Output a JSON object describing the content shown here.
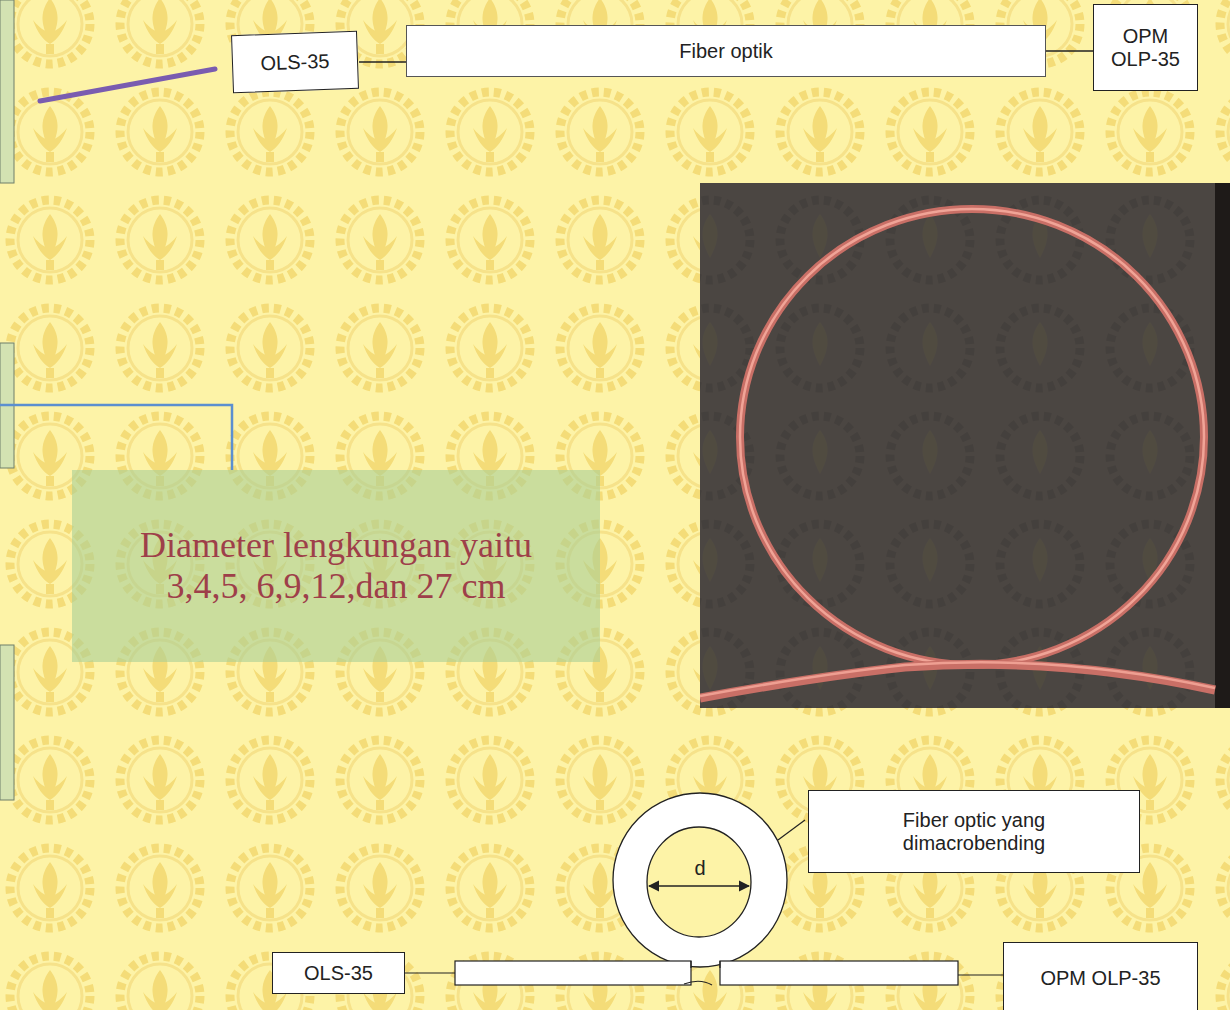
{
  "diagram": {
    "nodes": [
      {
        "text": [
          "OLS-35"
        ]
      },
      {
        "text": [
          "Fiber optik"
        ]
      },
      {
        "text": [
          "OPM OLP-35"
        ]
      },
      {
        "text": [
          "Diameter lengkungan yaitu 3,4,5, 6,9,12,dan 27 cm"
        ]
      },
      {
        "text": [
          "Fiber optic yang dimacrobending"
        ]
      },
      {
        "text": [
          "OLS-35"
        ]
      },
      {
        "text": [
          "OPM OLP-35"
        ]
      }
    ],
    "edges": [
      {
        "from": 0,
        "to": 1,
        "arrow": "none"
      },
      {
        "from": 1,
        "to": 2,
        "arrow": "none"
      }
    ],
    "labels": [
      "d"
    ]
  }
}
